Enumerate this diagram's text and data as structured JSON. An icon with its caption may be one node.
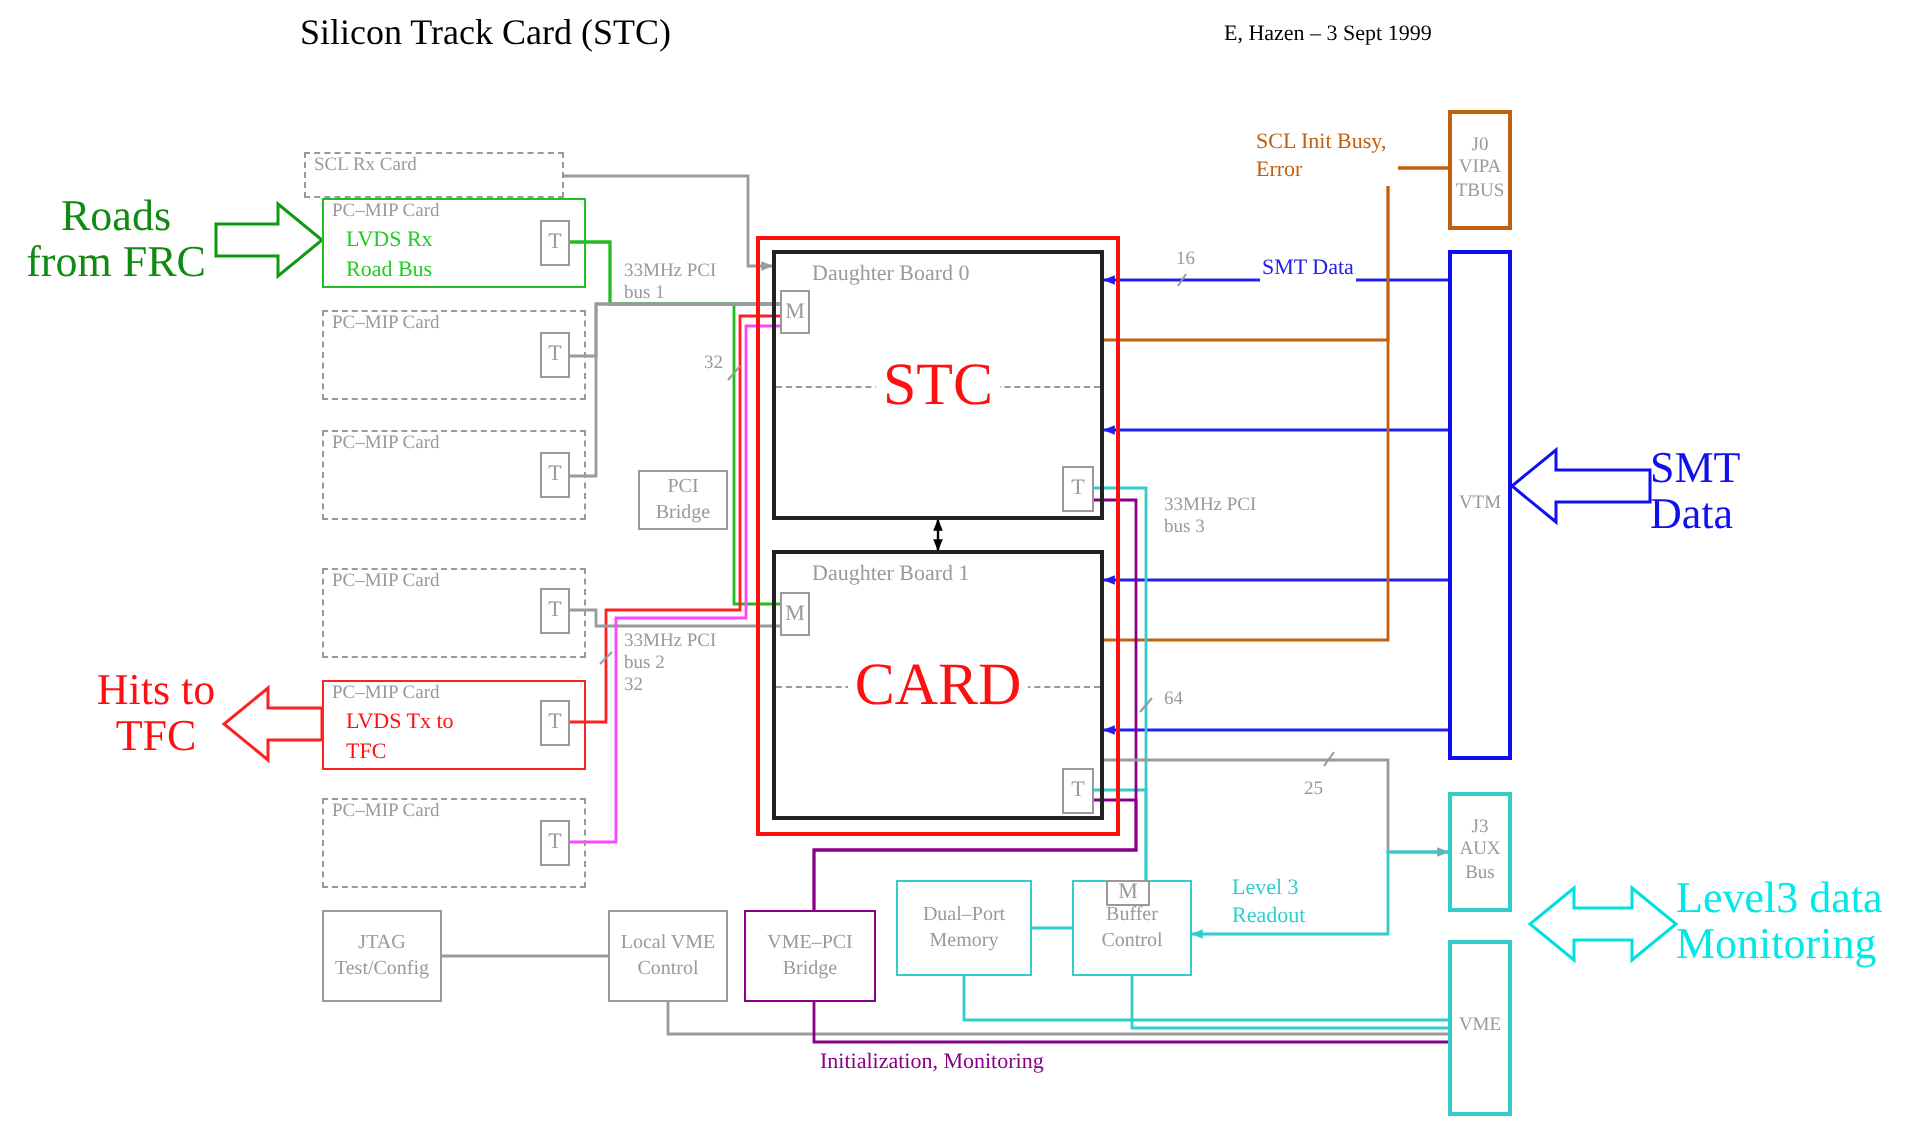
{
  "diagram": {
    "title": "Silicon Track Card (STC)",
    "nodes": [
      {
        "text": [
          "SCL Rx Card"
        ]
      },
      {
        "text": [
          "PC–MIP Card",
          "LVDS Rx Road Bus"
        ]
      },
      {
        "text": [
          "T"
        ],
        "in": 1
      },
      {
        "text": [
          "PC–MIP Card"
        ]
      },
      {
        "text": [
          "T"
        ],
        "in": 3
      },
      {
        "text": [
          "PC–MIP Card"
        ]
      },
      {
        "text": [
          "T"
        ],
        "in": 5
      },
      {
        "text": [
          "PC–MIP Card"
        ]
      },
      {
        "text": [
          "T"
        ],
        "in": 7
      },
      {
        "text": [
          "PC–MIP Card",
          "LVDS Tx to TFC"
        ]
      },
      {
        "text": [
          "T"
        ],
        "in": 9
      },
      {
        "text": [
          "PC–MIP Card"
        ]
      },
      {
        "text": [
          "T"
        ],
        "in": 11
      },
      {
        "text": [
          "JTAG Test/Config"
        ]
      },
      {
        "text": [
          "Local VME Control"
        ]
      },
      {
        "text": [
          "VME–PCI Bridge"
        ]
      },
      {
        "text": [
          "Dual–Port Memory"
        ]
      },
      {
        "text": [
          "Buffer Control"
        ]
      },
      {
        "text": [
          "M"
        ],
        "in": 17
      },
      {
        "text": [
          "PCI Bridge"
        ]
      },
      {
        "text": [],
        "shape": "box"
      },
      {
        "text": [
          "Daughter Board 0",
          "STC"
        ],
        "in": 20
      },
      {
        "text": [
          "M"
        ],
        "in": 21
      },
      {
        "text": [
          "T"
        ],
        "in": 21
      },
      {
        "text": [
          "Daughter Board 1",
          "CARD"
        ],
        "in": 20
      },
      {
        "text": [
          "M"
        ],
        "in": 24
      },
      {
        "text": [
          "T"
        ],
        "in": 24
      },
      {
        "text": [
          "J0 VIPA TBUS"
        ]
      },
      {
        "text": [
          "VTM"
        ]
      },
      {
        "text": [
          "J3 AUX Bus"
        ]
      },
      {
        "text": [
          "VME"
        ]
      },
      {
        "text": [
          "Roads from FRC"
        ]
      },
      {
        "text": [
          "Hits to TFC"
        ]
      },
      {
        "text": [
          "SMT Data"
        ]
      },
      {
        "text": [
          "Level3 data Monitoring"
        ]
      }
    ],
    "edges": [
      {
        "from": 31,
        "to": 1,
        "arrow": "to",
        "style": "thick",
        "color": "#119911"
      },
      {
        "from": 9,
        "to": 32,
        "arrow": "to",
        "style": "thick",
        "color": "#ff2020"
      },
      {
        "from": 33,
        "to": 28,
        "arrow": "to",
        "style": "thick",
        "color": "#1010ee"
      },
      {
        "from": 34,
        "to": null,
        "arrow": "both",
        "style": "thick",
        "color": "#00e0e0"
      },
      {
        "from": 0,
        "to": 21,
        "arrow": "to"
      },
      {
        "from": 2,
        "to": 22,
        "arrow": "none",
        "color": "#22bb22"
      },
      {
        "from": 2,
        "to": 25,
        "arrow": "none",
        "color": "#22bb22"
      },
      {
        "from": 4,
        "to": 22,
        "arrow": "none"
      },
      {
        "from": 6,
        "to": 22,
        "arrow": "none"
      },
      {
        "from": 10,
        "to": 22,
        "arrow": "none",
        "color": "#ff2020"
      },
      {
        "from": 8,
        "to": 25,
        "arrow": "none"
      },
      {
        "from": 12,
        "to": 22,
        "arrow": "none",
        "color": "#ff44ff"
      },
      {
        "from": 21,
        "to": 24,
        "arrow": "both",
        "color": "#000000"
      },
      {
        "from": 28,
        "to": 21,
        "arrow": "to",
        "label": "SMT Data",
        "color": "#2020ee"
      },
      {
        "from": 28,
        "to": 21,
        "arrow": "to",
        "color": "#2020ee"
      },
      {
        "from": 28,
        "to": 24,
        "arrow": "to",
        "color": "#2020ee"
      },
      {
        "from": 28,
        "to": 24,
        "arrow": "to",
        "color": "#2020ee"
      },
      {
        "from": 27,
        "to": 21,
        "arrow": "none",
        "label": "SCL Init Busy, Error",
        "color": "#c06010"
      },
      {
        "from": 27,
        "to": 24,
        "arrow": "none",
        "color": "#c06010"
      },
      {
        "from": 23,
        "to": 18,
        "arrow": "none",
        "color": "#33cccc"
      },
      {
        "from": 26,
        "to": 18,
        "arrow": "none",
        "color": "#33cccc"
      },
      {
        "from": 23,
        "to": 15,
        "arrow": "none",
        "color": "#880088"
      },
      {
        "from": 26,
        "to": 15,
        "arrow": "none",
        "color": "#880088"
      },
      {
        "from": 24,
        "to": 29,
        "arrow": "to"
      },
      {
        "from": 29,
        "to": 17,
        "arrow": "to",
        "label": "Level 3 Readout",
        "color": "#33cccc"
      },
      {
        "from": 16,
        "to": 17,
        "arrow": "none",
        "color": "#33cccc"
      },
      {
        "from": 16,
        "to": 30,
        "arrow": "none",
        "color": "#33cccc"
      },
      {
        "from": 17,
        "to": 30,
        "arrow": "none",
        "color": "#33cccc"
      },
      {
        "from": 14,
        "to": 30,
        "arrow": "none"
      },
      {
        "from": 15,
        "to": 30,
        "arrow": "none",
        "label": "Initialization, Monitoring",
        "color": "#880088"
      },
      {
        "from": 13,
        "to": 14,
        "arrow": "none"
      }
    ],
    "labels": [
      "E, Hazen – 3 Sept 1999",
      "33MHz PCI bus 1",
      "32",
      "33MHz PCI bus 2",
      "32",
      "16",
      "33MHz PCI bus 3",
      "64",
      "25"
    ]
  }
}
